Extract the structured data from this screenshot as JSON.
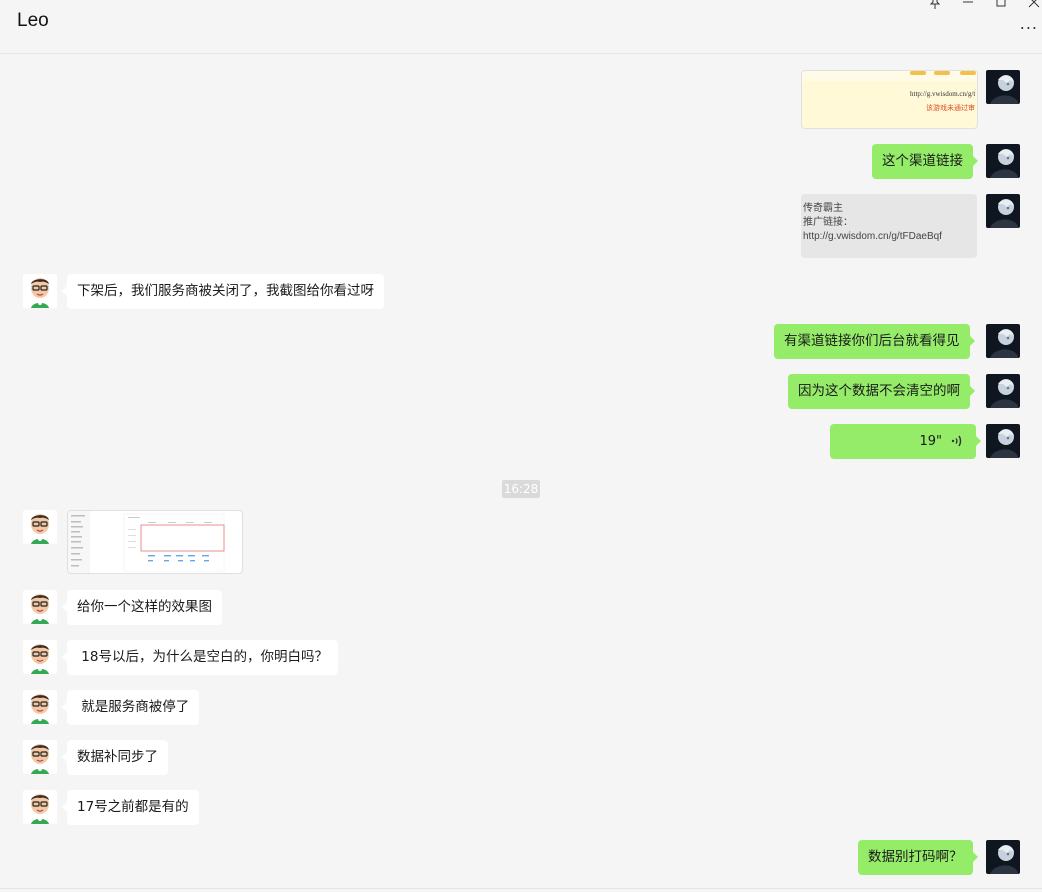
{
  "window": {
    "title": "Leo",
    "pin_icon": "pin-icon",
    "minimize_icon": "minimize-icon",
    "maximize_icon": "maximize-icon",
    "close_icon": "close-icon",
    "more_icon": "more-icon",
    "more_label": "..."
  },
  "timestamp": "16:28",
  "messages": {
    "m1_top_image_url": "http://g.vwisdom.cn/g/t",
    "m1_top_image_warning": "该游戏未通过审",
    "m2": "这个渠道链接",
    "m3_line1": "传奇霸主",
    "m3_line2": "推广链接：",
    "m3_line3": "http://g.vwisdom.cn/g/tFDaeBqf",
    "m4": "下架后，我们服务商被关闭了，我截图给你看过呀",
    "m5": "有渠道链接你们后台就看得见",
    "m6": "因为这个数据不会清空的啊",
    "m7_voice": "19\"",
    "m9": "给你一个这样的效果图",
    "m10": " 18号以后，为什么是空白的，你明白吗？",
    "m11": " 就是服务商被停了",
    "m12": "数据补同步了",
    "m13": "17号之前都是有的",
    "m14": "数据别打码啊？"
  },
  "colors": {
    "out_bubble": "#95ec69",
    "in_bubble": "#ffffff",
    "background": "#f5f5f5"
  }
}
